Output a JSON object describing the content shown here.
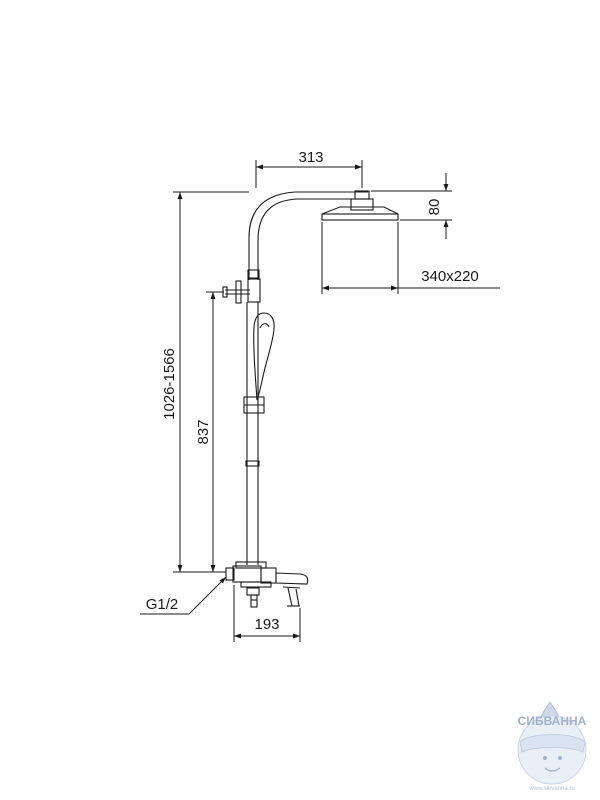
{
  "dimensions": {
    "arm_reach": "313",
    "head_height": "80",
    "head_size": "340x220",
    "total_height": "1026-1566",
    "outlet_height": "837",
    "inlet_thread": "G1/2",
    "mixer_width": "193"
  },
  "watermark": {
    "brand": "СИБВАННА",
    "url": "www.sibvanna.ru"
  },
  "colors": {
    "line": "#1a1a1a",
    "watermark": "#9fb1cc"
  }
}
